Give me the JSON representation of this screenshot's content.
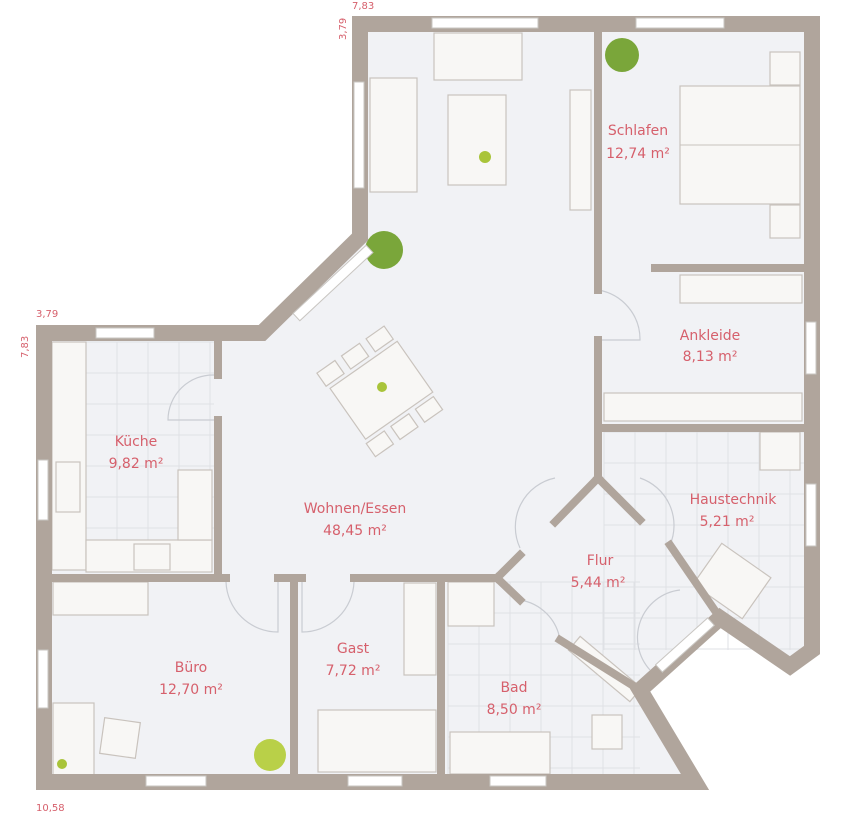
{
  "colors": {
    "wall": "#b0a59c",
    "floor": "#f1f2f5",
    "label": "#d6606c",
    "plant": "#7aa63a"
  },
  "dimensions": {
    "top_width": "7,83",
    "top_depth": "3,79",
    "left_width": "3,79",
    "left_depth": "7,83",
    "bottom_width": "10,58"
  },
  "rooms": [
    {
      "name": "Schlafen",
      "area": "12,74 m²"
    },
    {
      "name": "Ankleide",
      "area": "8,13 m²"
    },
    {
      "name": "Küche",
      "area": "9,82 m²"
    },
    {
      "name": "Wohnen/Essen",
      "area": "48,45 m²"
    },
    {
      "name": "Haustechnik",
      "area": "5,21 m²"
    },
    {
      "name": "Flur",
      "area": "5,44 m²"
    },
    {
      "name": "Büro",
      "area": "12,70 m²"
    },
    {
      "name": "Gast",
      "area": "7,72 m²"
    },
    {
      "name": "Bad",
      "area": "8,50 m²"
    }
  ]
}
